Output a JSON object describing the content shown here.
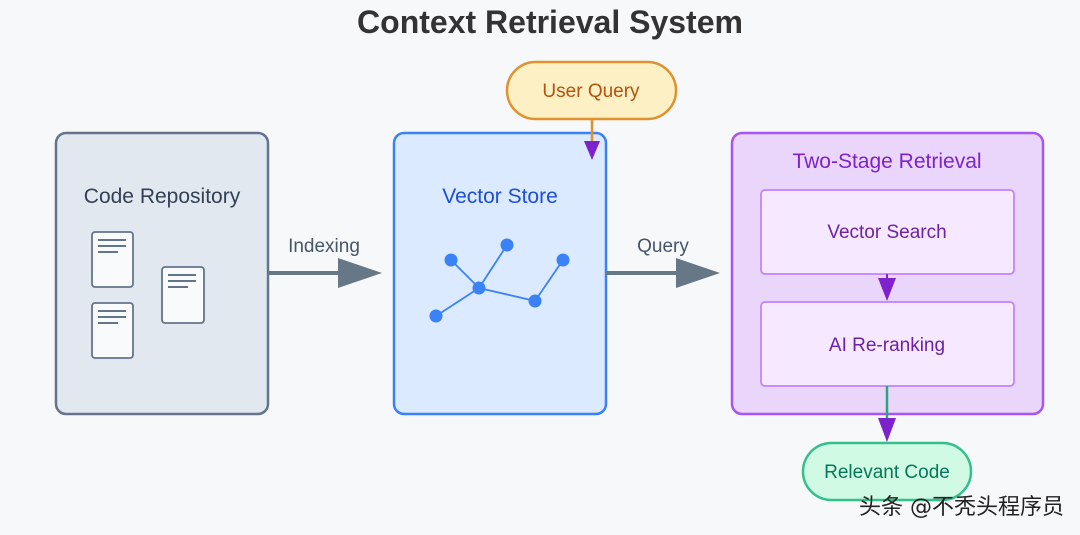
{
  "title": "Context Retrieval System",
  "nodes": {
    "user_query": "User Query",
    "code_repository": "Code Repository",
    "vector_store": "Vector Store",
    "two_stage_retrieval": "Two-Stage Retrieval",
    "vector_search": "Vector Search",
    "ai_reranking": "AI Re-ranking",
    "relevant_code": "Relevant Code"
  },
  "edges": {
    "indexing": "Indexing",
    "query": "Query"
  },
  "colors": {
    "repo_fill": "#e2e8f0",
    "repo_stroke": "#64748b",
    "store_fill": "#dbeafe",
    "store_stroke": "#3b82f6",
    "retrieval_fill": "#ead6fb",
    "retrieval_stroke": "#a855f7",
    "query_fill": "#fdf0c4",
    "query_stroke": "#e0922f",
    "result_fill": "#d1fae5",
    "result_stroke": "#34c08c",
    "arrow": "#667788"
  },
  "watermark": "头条 @不秃头程序员"
}
